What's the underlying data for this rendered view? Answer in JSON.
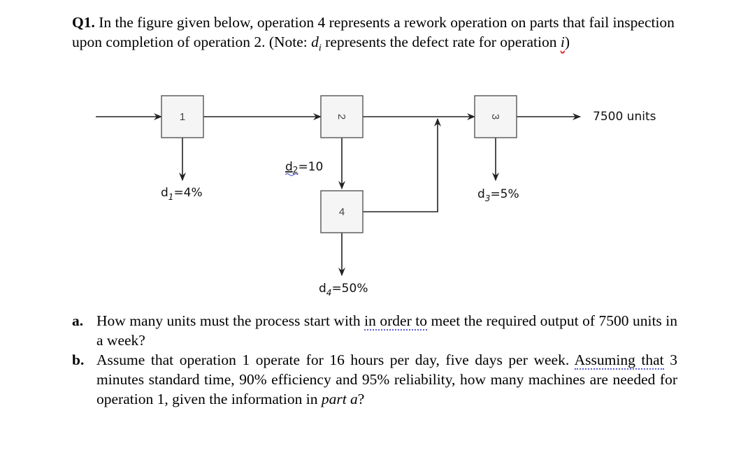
{
  "question": {
    "number": "Q1.",
    "text_a": "In the figure given below, operation 4 represents a rework operation on parts that fail inspection upon completion of operation 2. (Note: ",
    "d_var": "d",
    "d_sub": "i",
    "text_b": " represents the defect rate for operation ",
    "op_var": "i",
    "text_c": ")"
  },
  "diagram": {
    "ops": [
      "1",
      "2",
      "3",
      "4"
    ],
    "output_label": "7500 units",
    "defects": {
      "d1": {
        "sym": "d",
        "sub": "1",
        "val": "=4%"
      },
      "d2": {
        "sym": "d",
        "sub": "2",
        "val": "=10"
      },
      "d3": {
        "sym": "d",
        "sub": "3",
        "val": "=5%"
      },
      "d4": {
        "sym": "d",
        "sub": "4",
        "val": "=50%"
      }
    }
  },
  "parts": [
    {
      "letter": "a.",
      "t1": "How many units must the process start with ",
      "t2": "in order to",
      "t3": " meet the required output of 7500 units in a week?"
    },
    {
      "letter": "b.",
      "t1": "Assume that operation 1 operate for 16 hours per day, five days per week. ",
      "t2": "Assuming that",
      "t3": " 3 minutes standard time, 90% efficiency and 95% reliability, how many machines are needed for operation 1, given the information in ",
      "t4": "part a",
      "t5": "?"
    }
  ]
}
